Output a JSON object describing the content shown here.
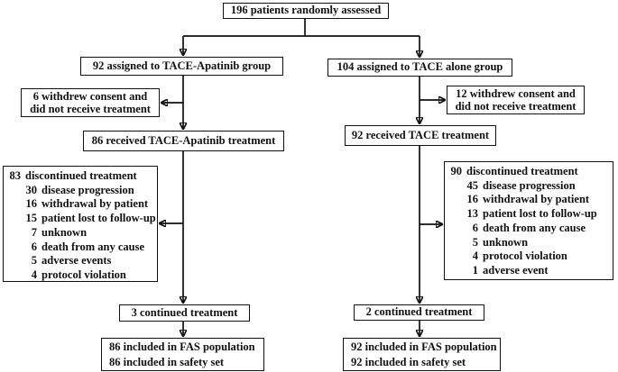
{
  "colors": {
    "ink": "#111111",
    "background": "#ffffff"
  },
  "top": {
    "randomized": "196 patients randomly assessed"
  },
  "left": {
    "assigned": "92 assigned to TACE-Apatinib group",
    "withdrew": {
      "line1": "6 withdrew consent and",
      "line2": "did not receive treatment"
    },
    "received": "86 received TACE-Apatinib treatment",
    "discontinued": {
      "rows": [
        {
          "num": "83",
          "text": "discontinued treatment"
        },
        {
          "num": "30",
          "text": "disease progression"
        },
        {
          "num": "16",
          "text": "withdrawal by patient"
        },
        {
          "num": "15",
          "text": "patient lost to follow-up"
        },
        {
          "num": "7",
          "text": "unknown"
        },
        {
          "num": "6",
          "text": "death from any cause"
        },
        {
          "num": "5",
          "text": "adverse events"
        },
        {
          "num": "4",
          "text": "protocol violation"
        }
      ]
    },
    "continued": "3 continued treatment",
    "final": {
      "line1": "86 included in FAS population",
      "line2": "86 included in safety set"
    }
  },
  "right": {
    "assigned": "104 assigned to TACE alone group",
    "withdrew": {
      "line1": "12 withdrew consent and",
      "line2": "did not receive treatment"
    },
    "received": "92 received TACE treatment",
    "discontinued": {
      "rows": [
        {
          "num": "90",
          "text": "discontinued treatment"
        },
        {
          "num": "45",
          "text": "disease progression"
        },
        {
          "num": "16",
          "text": "withdrawal by patient"
        },
        {
          "num": "13",
          "text": "patient lost to follow-up"
        },
        {
          "num": "6",
          "text": "death from any cause"
        },
        {
          "num": "5",
          "text": "unknown"
        },
        {
          "num": "4",
          "text": "protocol violation"
        },
        {
          "num": "1",
          "text": "adverse event"
        }
      ]
    },
    "continued": "2 continued treatment",
    "final": {
      "line1": "92 included in FAS population",
      "line2": "92 included in safety set"
    }
  }
}
